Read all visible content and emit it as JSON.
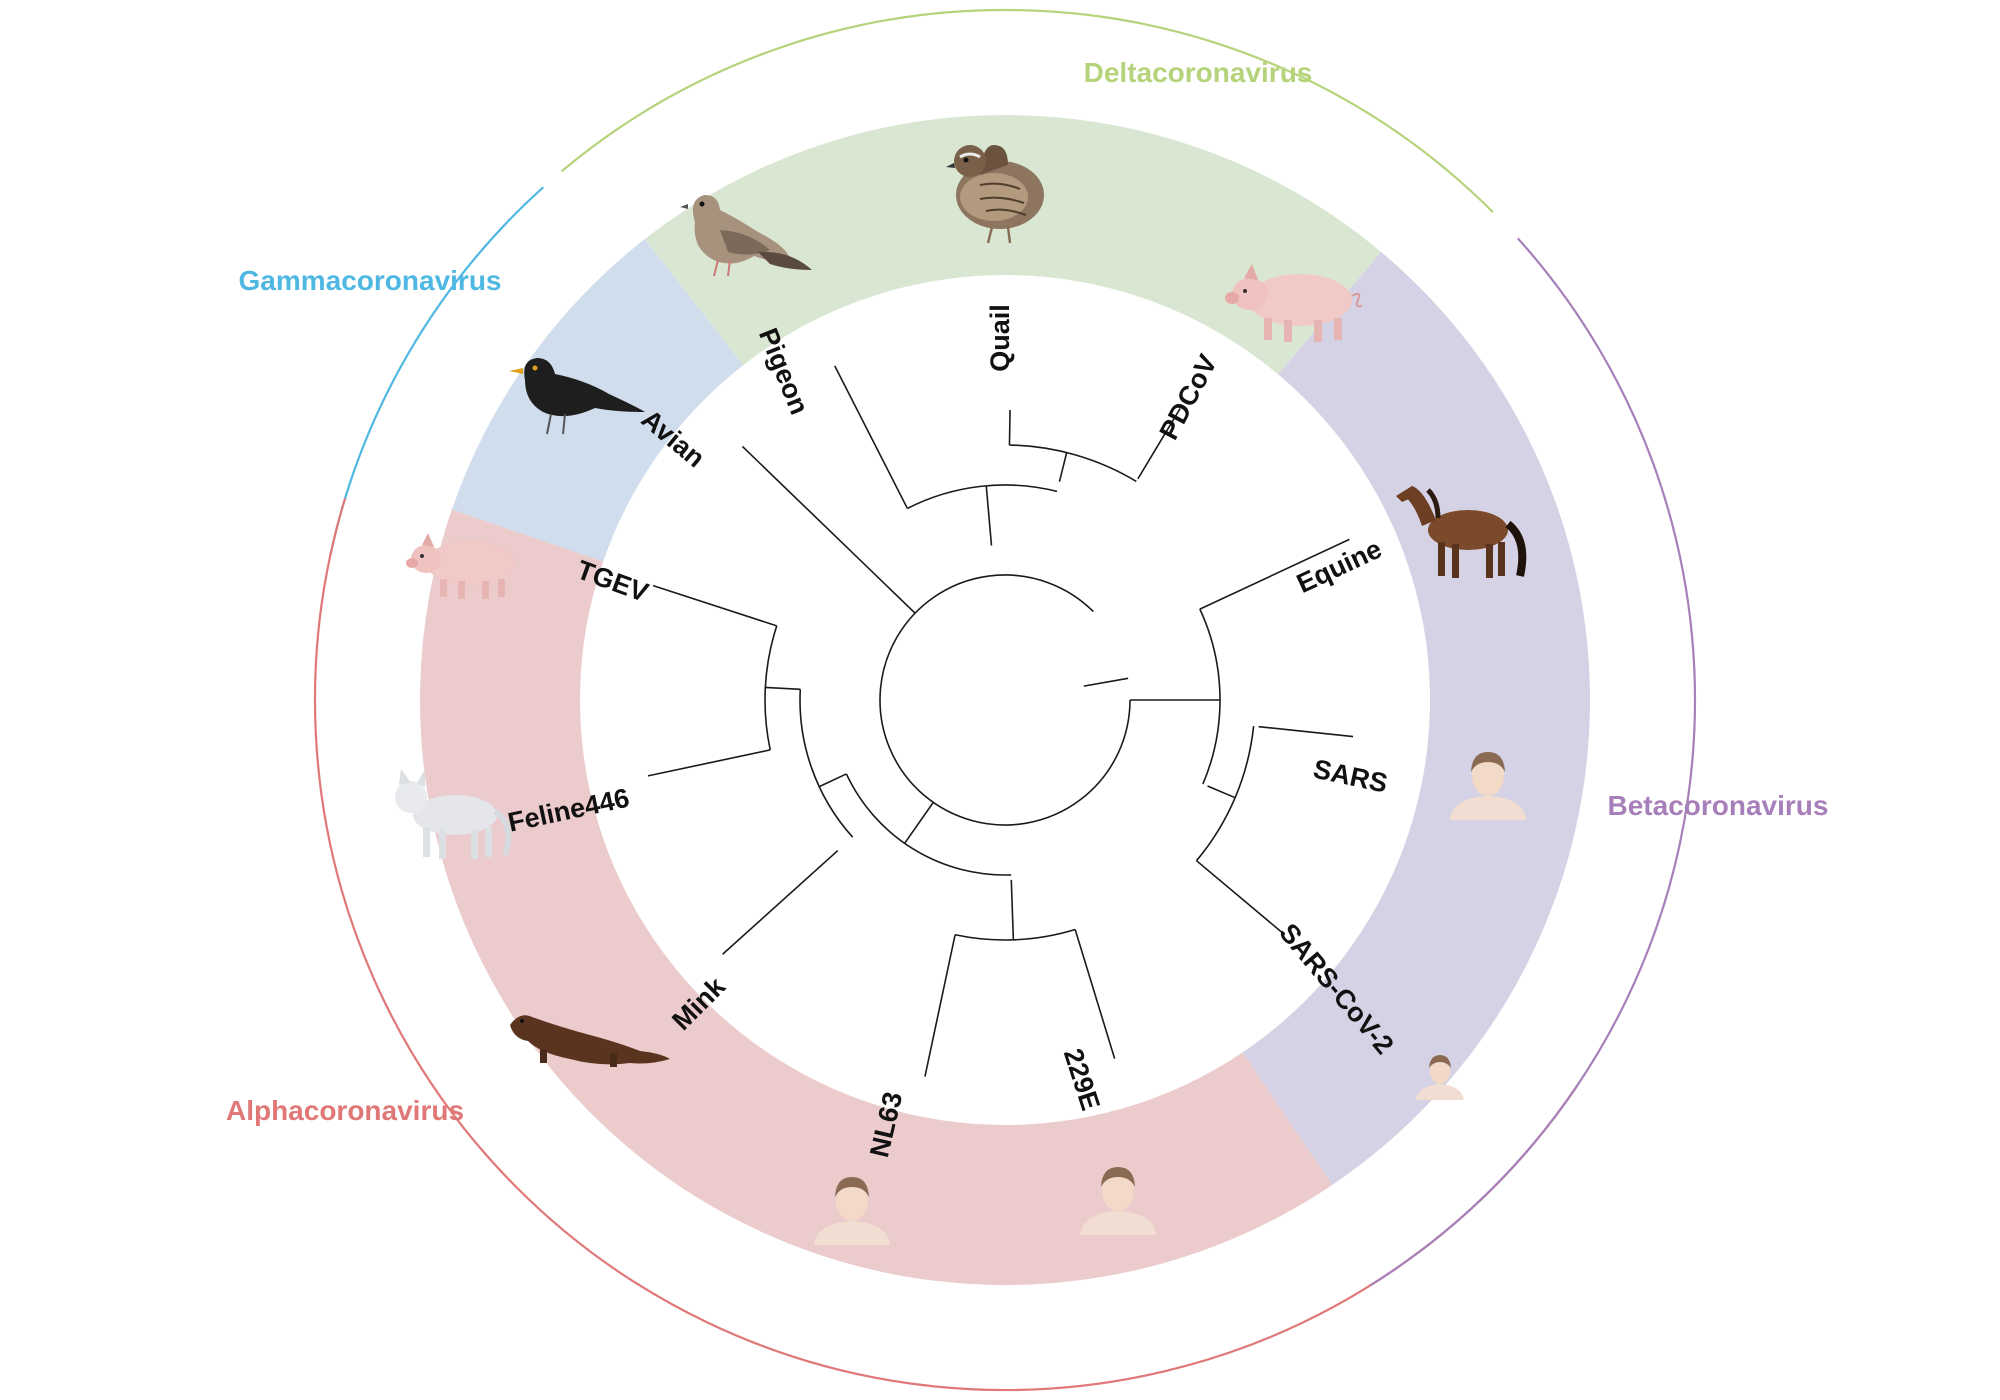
{
  "genera": [
    {
      "id": "delta",
      "name": "Deltacoronavirus",
      "color": "#b5d37a",
      "fill": "#d9e7d2"
    },
    {
      "id": "gamma",
      "name": "Gammacoronavirus",
      "color": "#4fb8e2",
      "fill": "#d0dded"
    },
    {
      "id": "alpha",
      "name": "Alphacoronavirus",
      "color": "#e07878",
      "fill": "#ebcbcb"
    },
    {
      "id": "beta",
      "name": "Betacoronavirus",
      "color": "#a77fba",
      "fill": "#d6d2e5"
    }
  ],
  "leaves": [
    {
      "name": "Pigeon",
      "host": "dove"
    },
    {
      "name": "Quail",
      "host": "quail"
    },
    {
      "name": "PDCoV",
      "host": "pig"
    },
    {
      "name": "Equine",
      "host": "horse"
    },
    {
      "name": "SARS",
      "host": "human"
    },
    {
      "name": "SARS-CoV-2",
      "host": "human"
    },
    {
      "name": "229E",
      "host": "human"
    },
    {
      "name": "NL63",
      "host": "human"
    },
    {
      "name": "Mink",
      "host": "mink"
    },
    {
      "name": "Feline446",
      "host": "cat"
    },
    {
      "name": "TGEV",
      "host": "pig"
    },
    {
      "name": "Avian",
      "host": "blackbird"
    }
  ]
}
